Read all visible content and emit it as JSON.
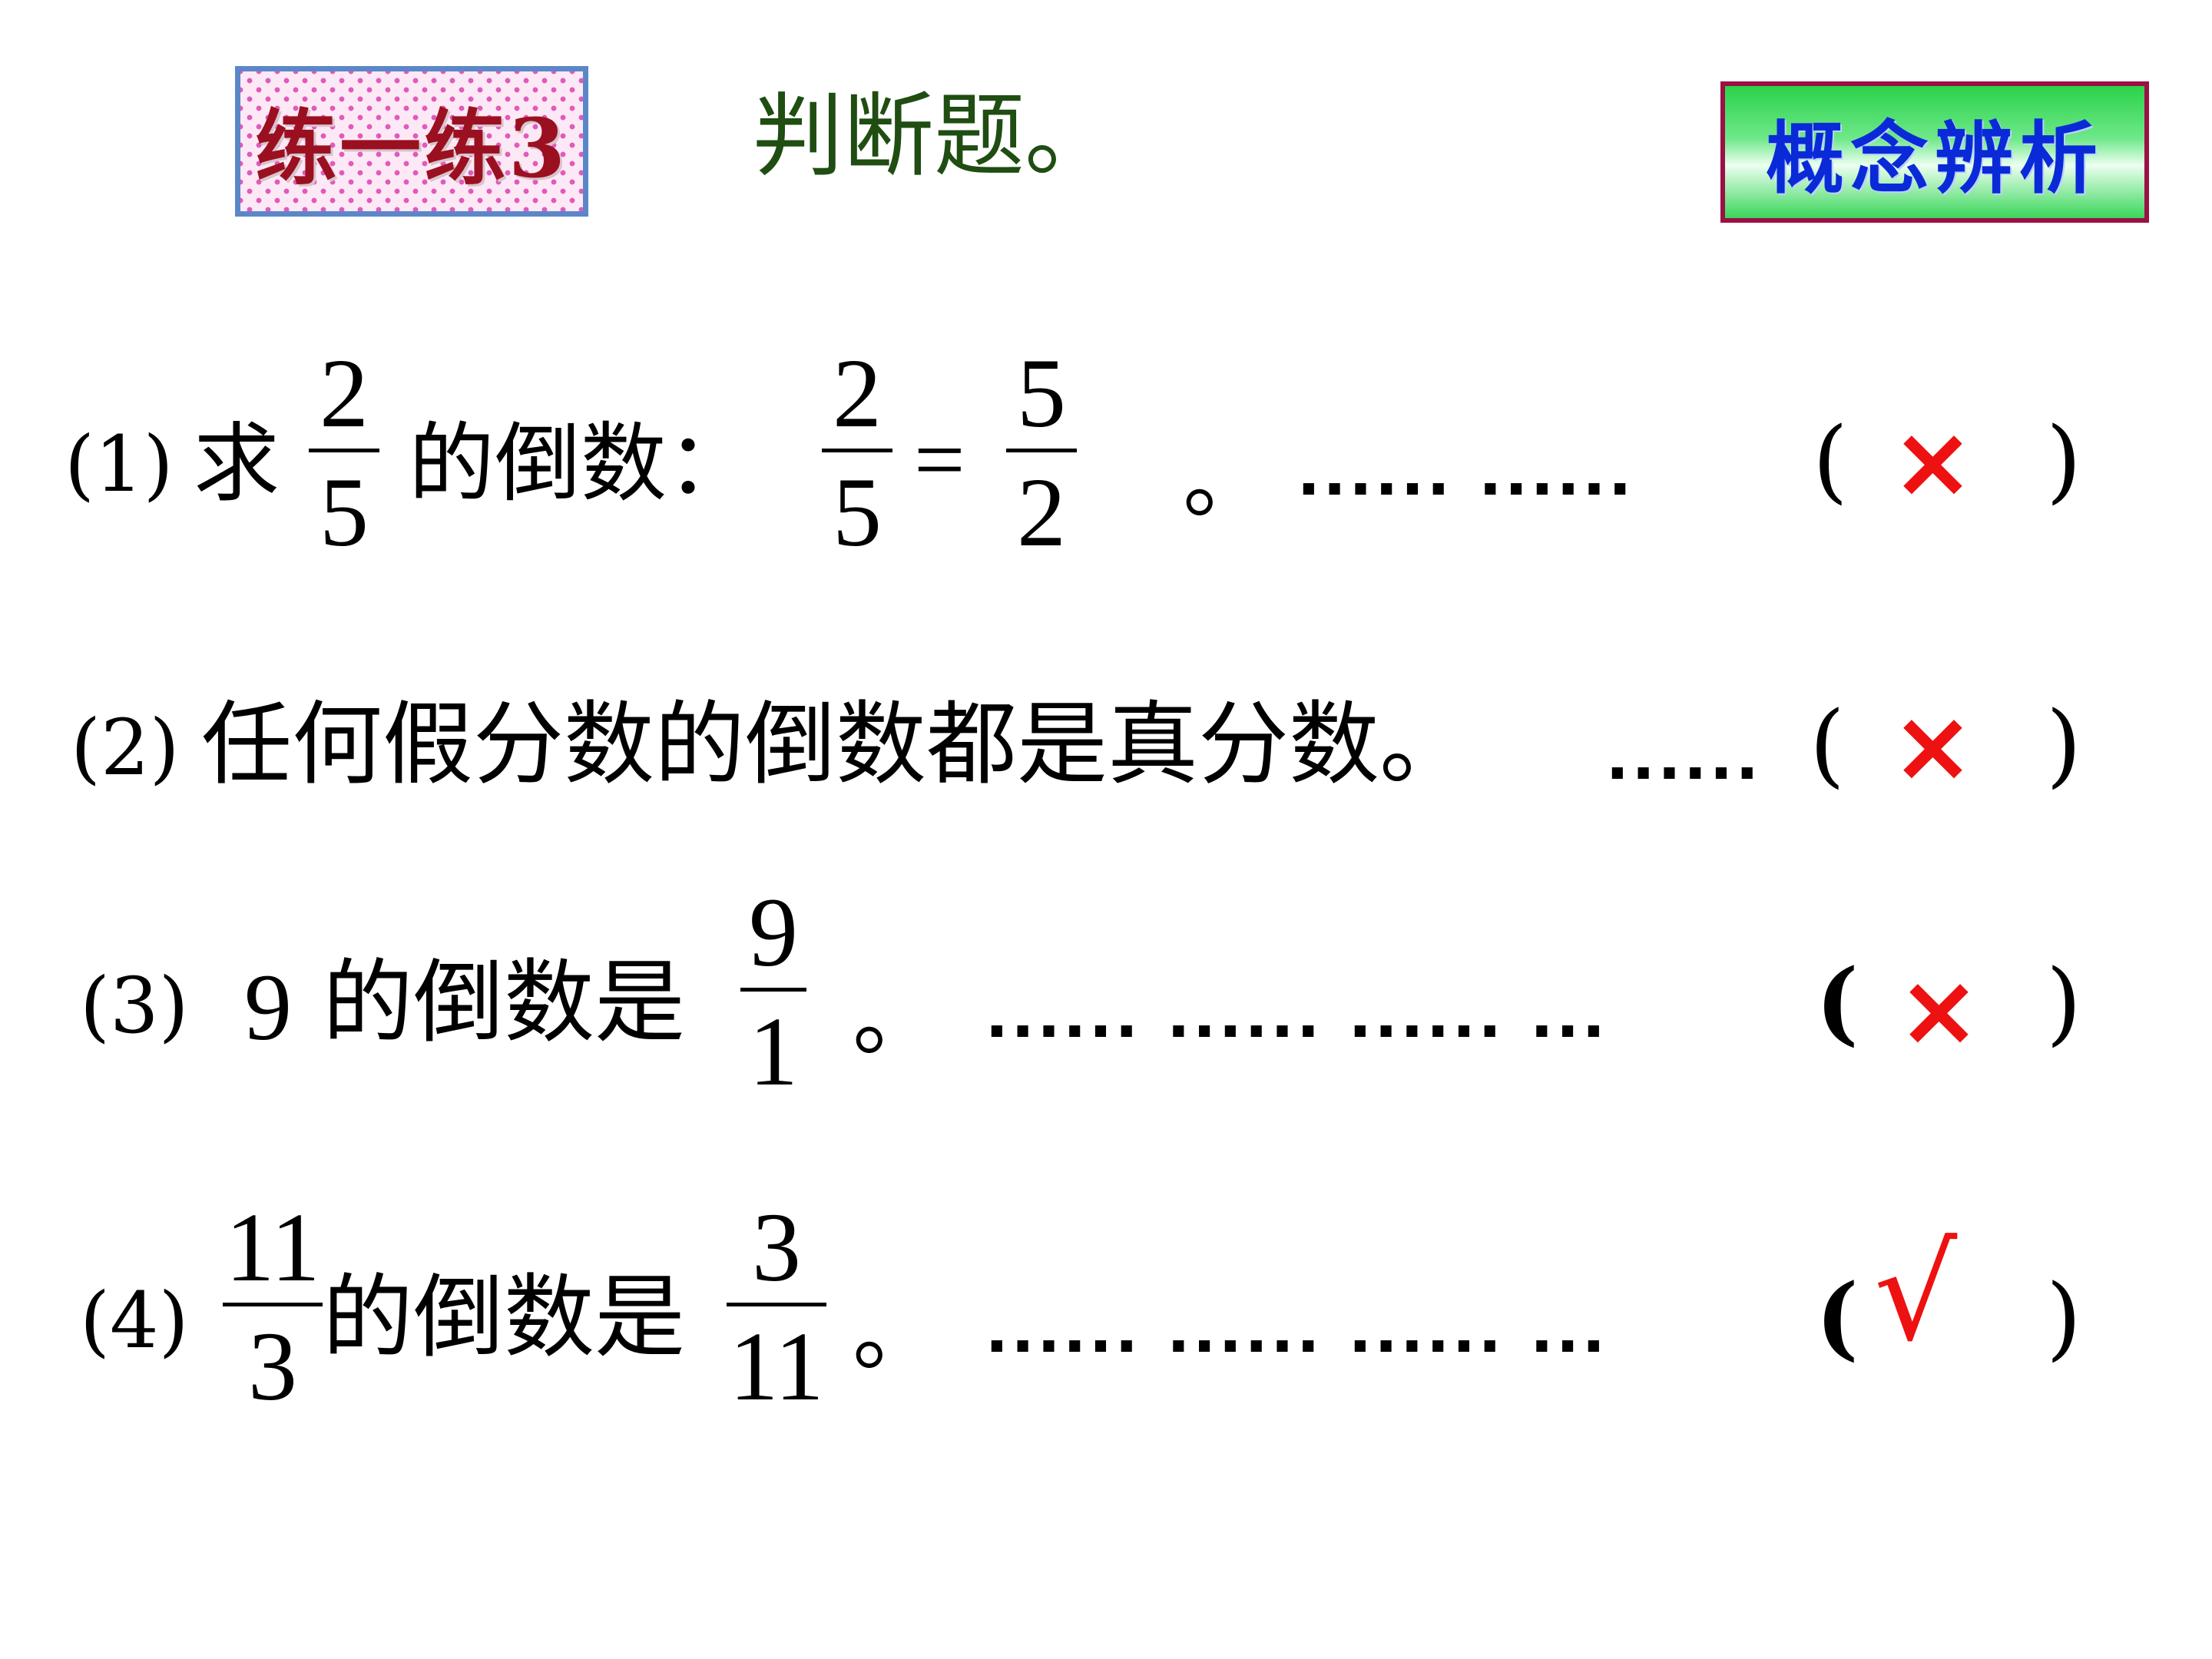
{
  "header": {
    "practice_label": "练一练3",
    "instruction": "判断题。",
    "concept_label": "概念辨析"
  },
  "items": [
    {
      "number": "(1)",
      "prefix": "求",
      "frac_a": {
        "num": "2",
        "den": "5"
      },
      "middle": "的倒数：",
      "frac_b": {
        "num": "2",
        "den": "5"
      },
      "equals": "=",
      "frac_c": {
        "num": "5",
        "den": "2"
      },
      "period": "。",
      "dots": "...... ......",
      "open_paren": "(",
      "answer": "×",
      "close_paren": ")"
    },
    {
      "number": "(2)",
      "text": "任何假分数的倒数都是真分数。",
      "dots": "......",
      "open_paren": "(",
      "answer": "×",
      "close_paren": ")"
    },
    {
      "number": "(3)",
      "prefix": "9",
      "middle": "的倒数是",
      "frac_a": {
        "num": "9",
        "den": "1"
      },
      "period": "。",
      "dots": "...... ...... ...... ...",
      "open_paren": "(",
      "answer": "×",
      "close_paren": ")"
    },
    {
      "number": "(4)",
      "frac_a": {
        "num": "11",
        "den": "3"
      },
      "middle": "的倒数是",
      "frac_b": {
        "num": "3",
        "den": "11"
      },
      "period": "。",
      "dots": "...... ...... ...... ...",
      "open_paren": "(",
      "answer": "√",
      "close_paren": ")"
    }
  ]
}
